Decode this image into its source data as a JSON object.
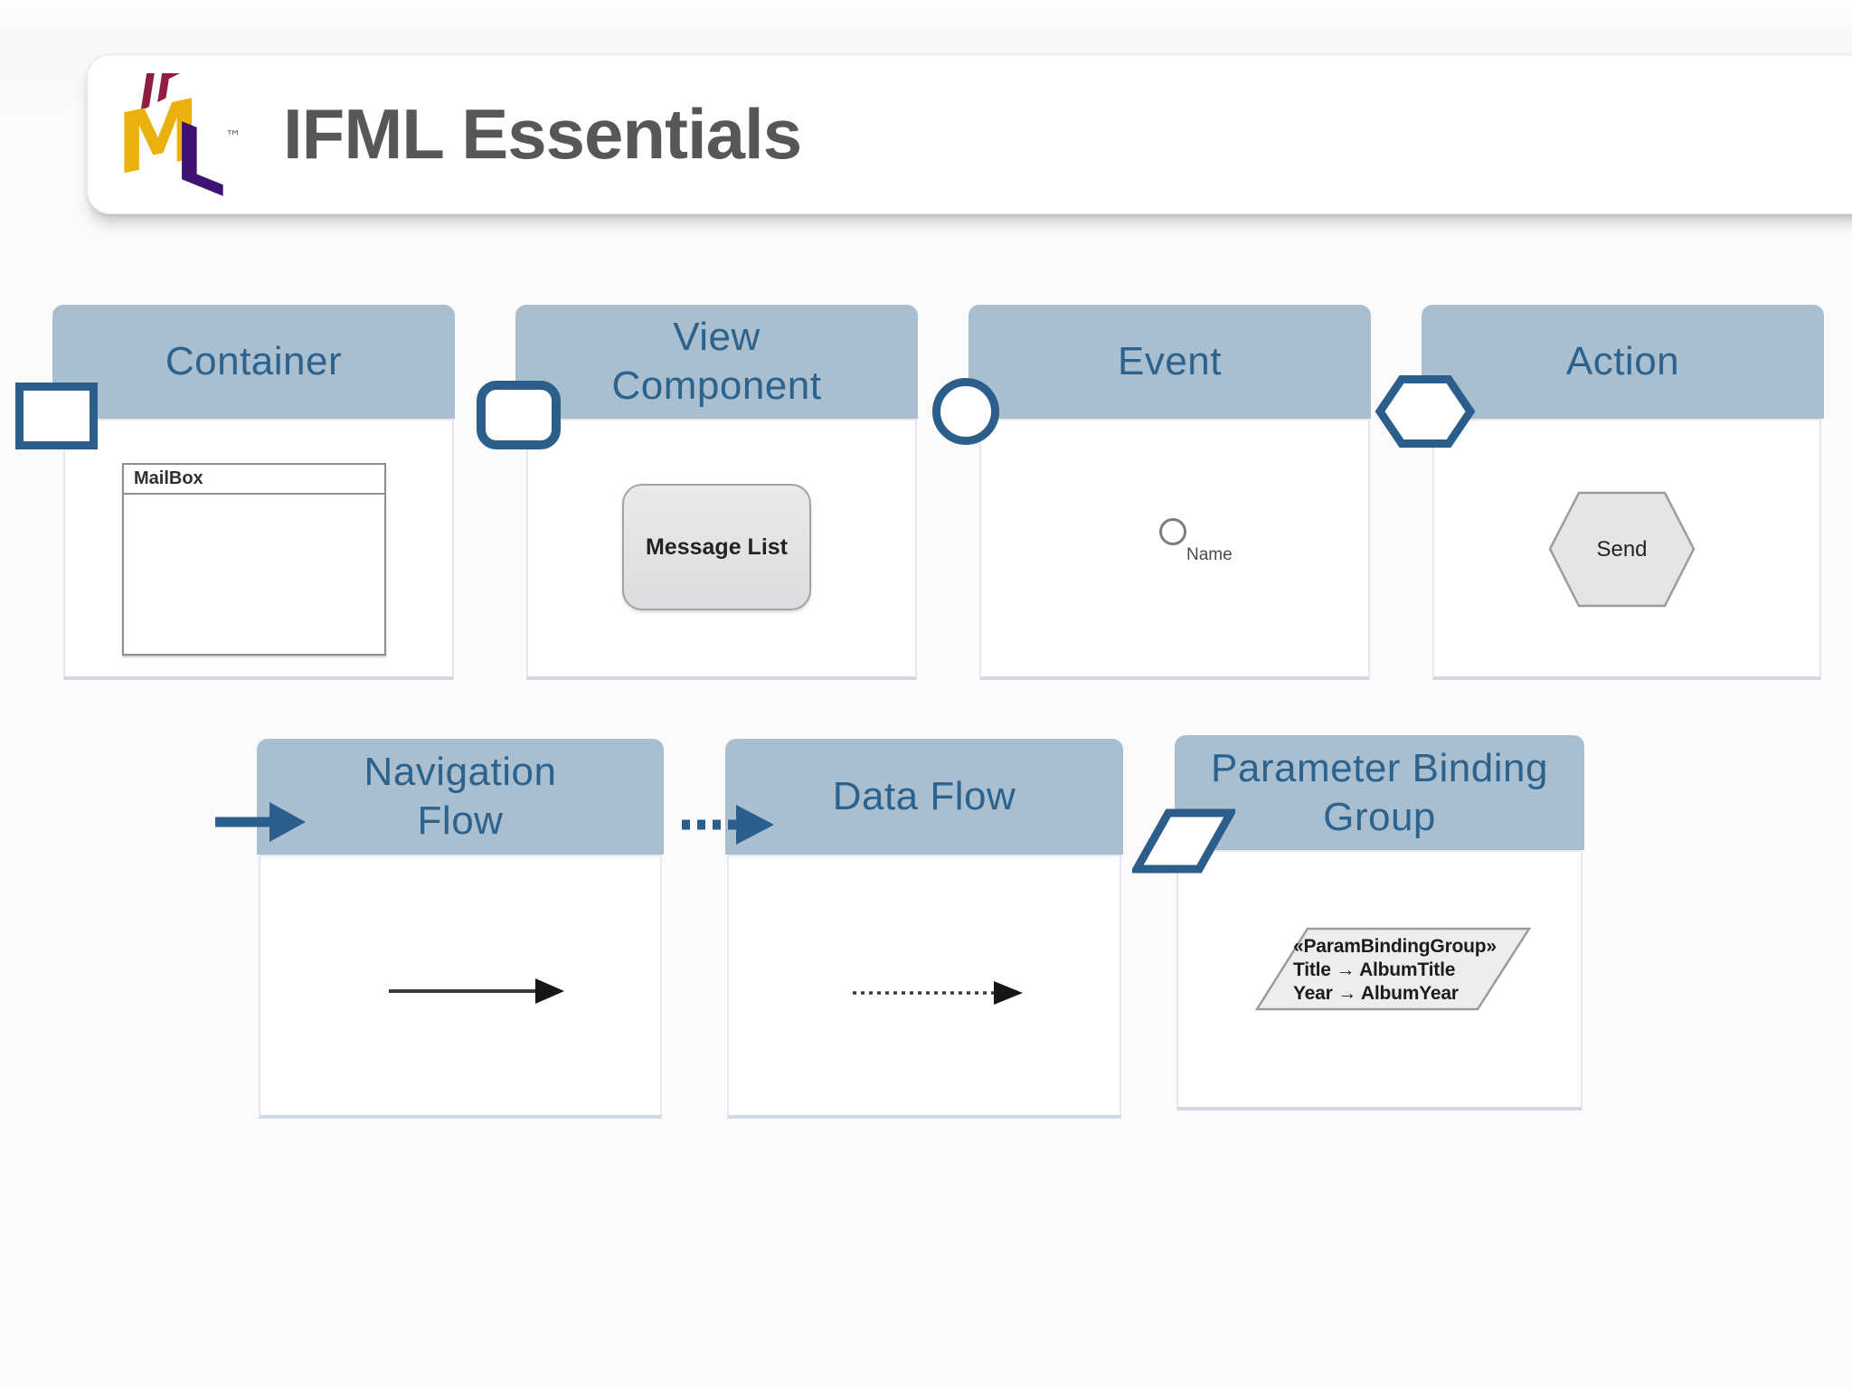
{
  "header": {
    "title": "IFML Essentials",
    "logo": {
      "top_letters": "IF",
      "left_letter": "M",
      "right_letter": "L",
      "trademark": "™"
    }
  },
  "cards": {
    "container": {
      "title": "Container",
      "example_window_title": "MailBox"
    },
    "view_component": {
      "title": "View\nComponent",
      "example_label": "Message List"
    },
    "event": {
      "title": "Event",
      "example_label": "Name"
    },
    "action": {
      "title": "Action",
      "example_label": "Send"
    },
    "navigation_flow": {
      "title": "Navigation\nFlow"
    },
    "data_flow": {
      "title": "Data Flow"
    },
    "param_binding_group": {
      "title": "Parameter Binding\nGroup",
      "example_lines": [
        "«ParamBindingGroup»",
        "Title → AlbumTitle",
        "Year → AlbumYear"
      ]
    }
  },
  "colors": {
    "card_header_fill": "#a9bfd0",
    "card_header_text": "#2b628e",
    "icon_stroke": "#2b5e8a",
    "body_arrow": "#333333",
    "title_text": "#575757",
    "logo_yellow": "#eab10c",
    "logo_purple": "#3d1272",
    "logo_maroon": "#8f1f3f",
    "shape_gray_fill": "#e5e5e7",
    "shape_gray_border": "#9d9d9d"
  }
}
